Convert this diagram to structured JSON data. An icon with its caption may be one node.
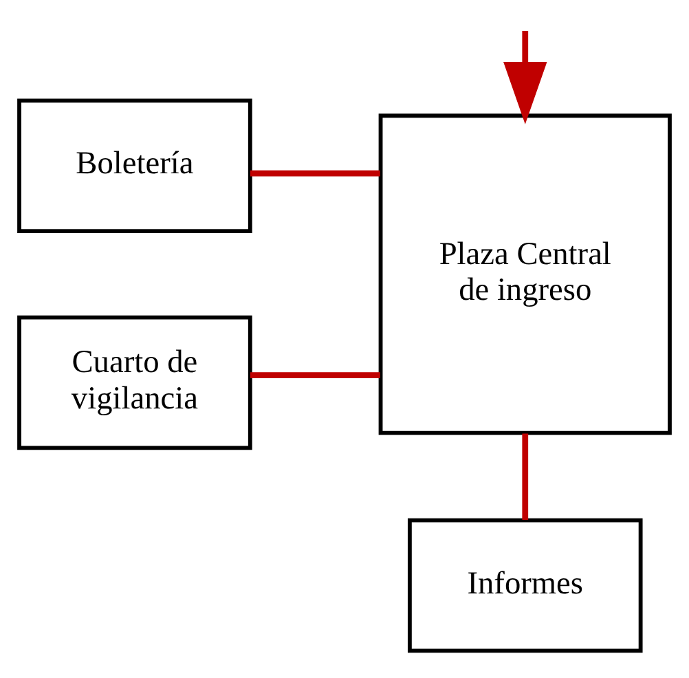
{
  "diagram": {
    "nodes": [
      {
        "text": [
          "Boletería"
        ]
      },
      {
        "text": [
          "Cuarto de vigilancia"
        ]
      },
      {
        "text": [
          "Plaza Central de ingreso"
        ]
      },
      {
        "text": [
          "Informes"
        ]
      }
    ],
    "edges": [
      {
        "from": 0,
        "to": 2,
        "arrow": "none"
      },
      {
        "from": 1,
        "to": 2,
        "arrow": "none"
      },
      {
        "from": 2,
        "to": 3,
        "arrow": "none"
      },
      {
        "from": null,
        "to": 2,
        "arrow": "to"
      }
    ]
  }
}
